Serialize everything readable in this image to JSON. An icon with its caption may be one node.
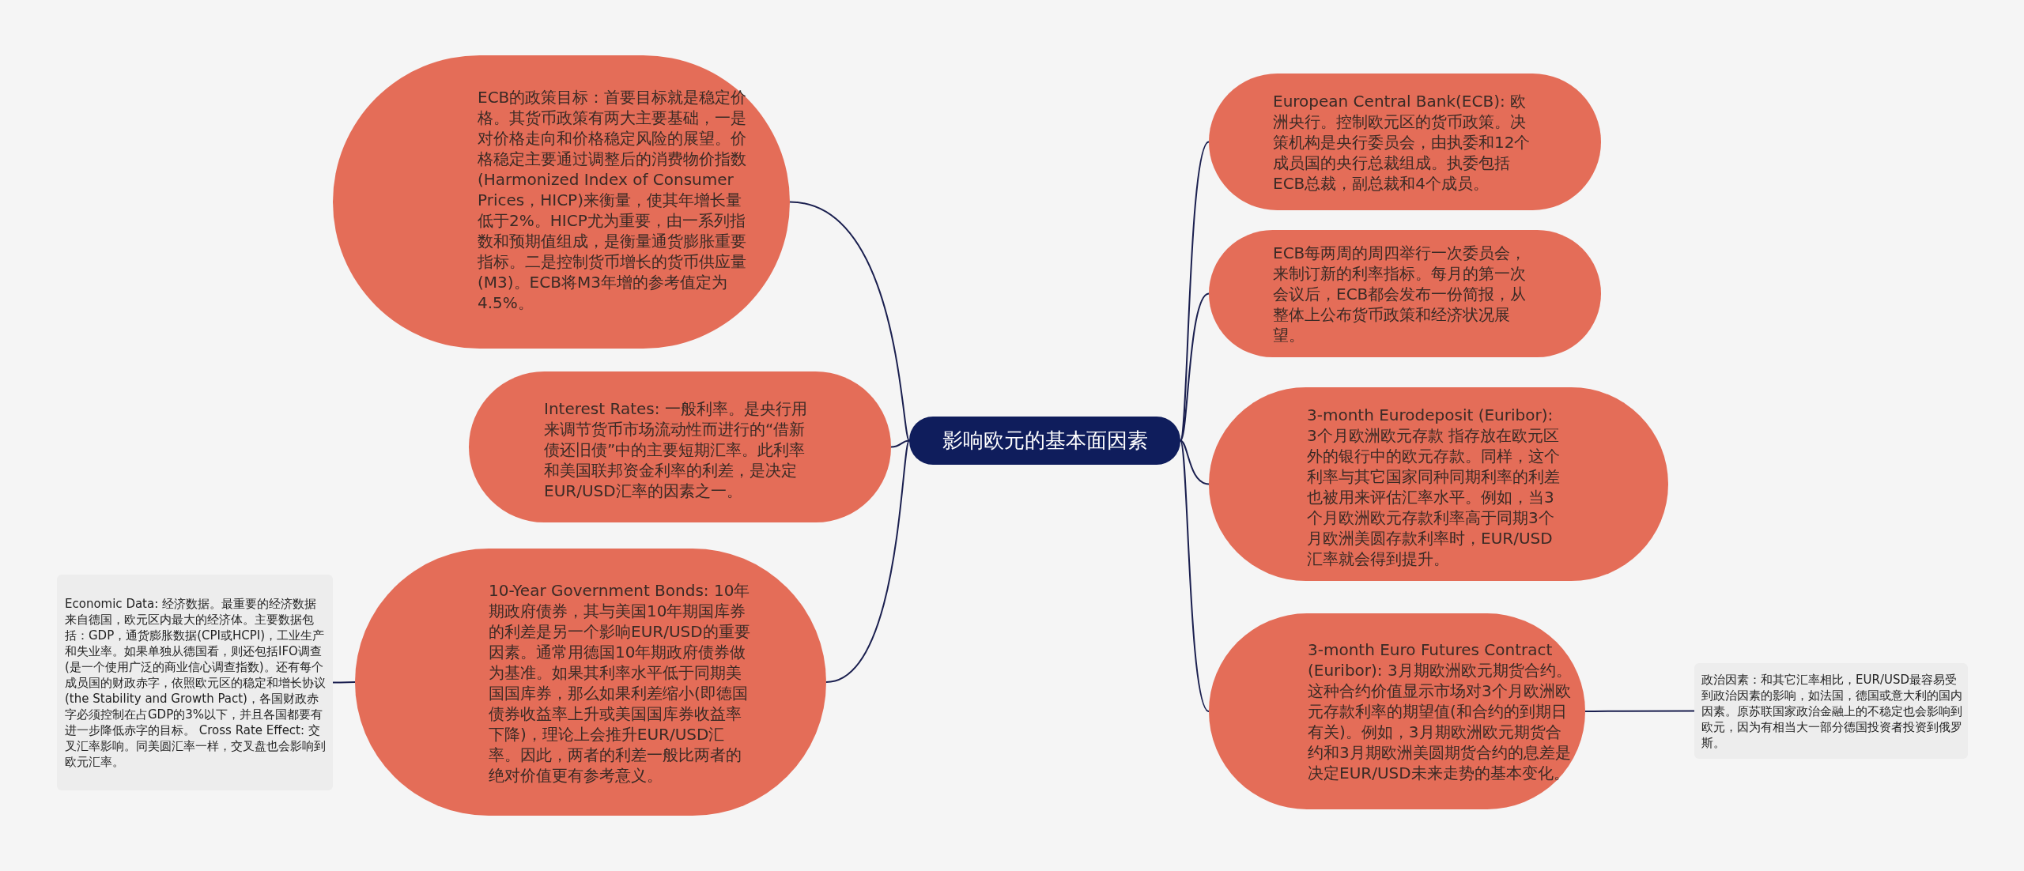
{
  "diagram": {
    "nodes": [
      {
        "text": [
          "影响欧元的基本面因素"
        ]
      },
      {
        "text": [
          "ECB的政策目标：首要目标就是稳定价格。其货币政策有两大主要基础，一是对价格走向和价格稳定风险的展望。价格稳定主要通过调整后的消费物价指数(Harmonized Index of Consumer Prices，HICP)来衡量，使其年增长量低于2%。HICP尤为重要，由一系列指数和预期值组成，是衡量通货膨胀重要指标。二是控制货币增长的货币供应量(M3)。ECB将M3年增的参考值定为4.5%。"
        ]
      },
      {
        "text": [
          "Interest Rates: 一般利率。是央行用来调节货币市场流动性而进行的“借新债还旧债”中的主要短期汇率。此利率和美国联邦资金利率的利差，是决定EUR/USD汇率的因素之一。"
        ]
      },
      {
        "text": [
          "10-Year Government Bonds: 10年期政府债券，其与美国10年期国库券的利差是另一个影响EUR/USD的重要因素。通常用德国10年期政府债券做为基准。如果其利率水平低于同期美国国库券，那么如果利差缩小(即德国债券收益率上升或美国国库券收益率下降)，理论上会推升EUR/USD汇率。因此，两者的利差一般比两者的绝对价值更有参考意义。"
        ]
      },
      {
        "text": [
          "Economic Data: 经济数据。最重要的经济数据来自德国，欧元区内最大的经济体。主要数据包括：GDP，通货膨胀数据(CPI或HCPI)，工业生产和失业率。如果单独从德国看，则还包括IFO调查(是一个使用广泛的商业信心调查指数)。还有每个成员国的财政赤字，依照欧元区的稳定和增长协议(the Stability and Growth Pact)，各国财政赤字必须控制在占GDP的3%以下，并且各国都要有进一步降低赤字的目标。 Cross Rate Effect: 交叉汇率影响。同美圆汇率一样，交叉盘也会影响到欧元汇率。"
        ]
      },
      {
        "text": [
          "European Central Bank(ECB): 欧洲央行。控制欧元区的货币政策。决策机构是央行委员会，由执委和12个成员国的央行总裁组成。执委包括ECB总裁，副总裁和4个成员。"
        ]
      },
      {
        "text": [
          "ECB每两周的周四举行一次委员会，来制订新的利率指标。每月的第一次会议后，ECB都会发布一份简报，从整体上公布货币政策和经济状况展望。"
        ]
      },
      {
        "text": [
          "3-month Eurodeposit (Euribor): 3个月欧洲欧元存款 指存放在欧元区外的银行中的欧元存款。同样，这个利率与其它国家同种同期利率的利差也被用来评估汇率水平。例如，当3个月欧洲欧元存款利率高于同期3个月欧洲美圆存款利率时，EUR/USD汇率就会得到提升。"
        ]
      },
      {
        "text": [
          "3-month Euro Futures Contract (Euribor): 3月期欧洲欧元期货合约。这种合约价值显示市场对3个月欧洲欧元存款利率的期望值(和合约的到期日有关)。例如，3月期欧洲欧元期货合约和3月期欧洲美圆期货合约的息差是决定EUR/USD未来走势的基本变化。"
        ]
      },
      {
        "text": [
          "政治因素：和其它汇率相比，EUR/USD最容易受到政治因素的影响，如法国，德国或意大利的国内因素。原苏联国家政治金融上的不稳定也会影响到欧元，因为有相当大一部分德国投资者投资到俄罗斯。"
        ]
      }
    ],
    "edges": [
      {
        "from": 0,
        "to": 1,
        "arrow": "none"
      },
      {
        "from": 0,
        "to": 2,
        "arrow": "none"
      },
      {
        "from": 0,
        "to": 3,
        "arrow": "none"
      },
      {
        "from": 3,
        "to": 4,
        "arrow": "none"
      },
      {
        "from": 0,
        "to": 5,
        "arrow": "none"
      },
      {
        "from": 0,
        "to": 6,
        "arrow": "none"
      },
      {
        "from": 0,
        "to": 7,
        "arrow": "none"
      },
      {
        "from": 0,
        "to": 8,
        "arrow": "none"
      },
      {
        "from": 8,
        "to": 9,
        "arrow": "none"
      }
    ]
  }
}
